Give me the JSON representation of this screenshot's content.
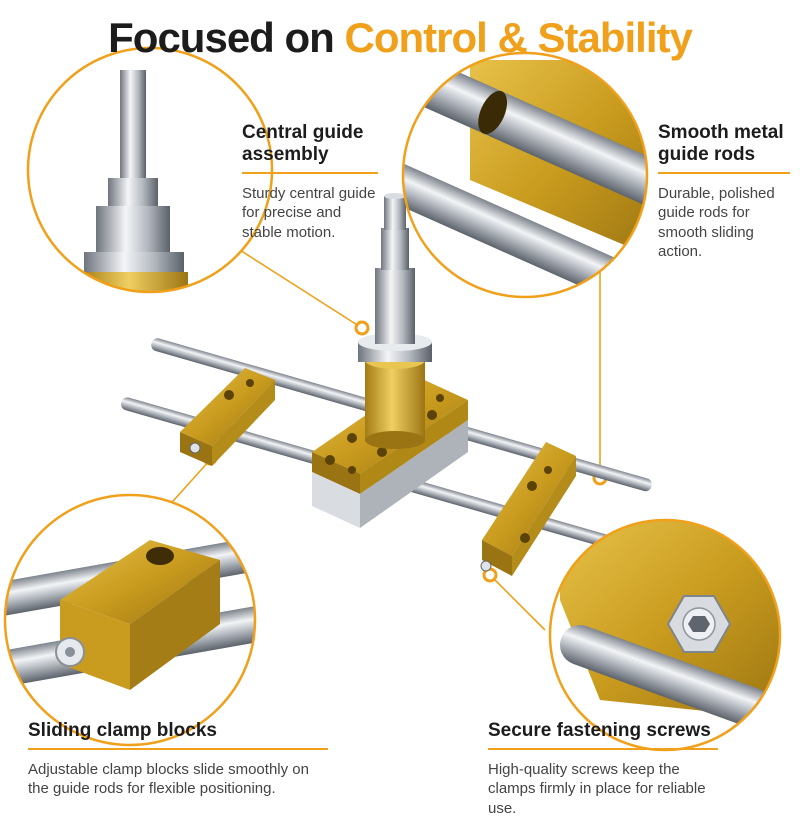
{
  "title": {
    "part1": "Focused on",
    "part2": "Control & Stability"
  },
  "callouts": {
    "central_guide": {
      "heading": "Central guide assembly",
      "description": "Sturdy central guide for precise and stable motion."
    },
    "guide_rods": {
      "heading": "Smooth metal guide rods",
      "description": "Durable, polished guide rods for smooth sliding action."
    },
    "clamp_blocks": {
      "heading": "Sliding clamp blocks",
      "description": "Adjustable clamp blocks slide smoothly on the guide rods for flexible positioning."
    },
    "screws": {
      "heading": "Secure fastening screws",
      "description": "High-quality screws keep the clamps firmly in place for reliable use."
    }
  },
  "colors": {
    "accent": "#f0a01a",
    "gold": "#c9a020",
    "dark_text": "#1c1c1c",
    "steel": "#c8ccd2"
  }
}
